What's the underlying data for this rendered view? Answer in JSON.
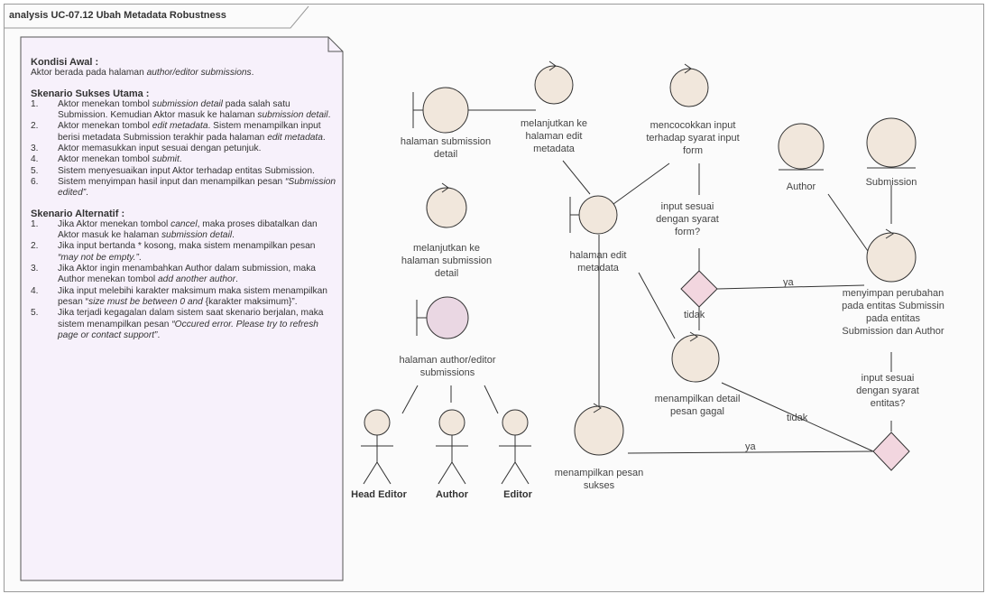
{
  "diagram_title": "analysis UC-07.12  Ubah Metadata Robustness",
  "note": {
    "kondisi_awal_title": "Kondisi Awal :",
    "kondisi_awal_text_a": "Aktor berada pada halaman ",
    "kondisi_awal_text_b": "author/editor submissions",
    "kondisi_awal_text_c": ".",
    "sukses_title": "Skenario Sukses Utama :",
    "sukses_steps": [
      {
        "num": "1.",
        "a": "Aktor menekan tombol ",
        "i": "submission detail",
        "b": " pada salah satu Submission. Kemudian Aktor masuk ke halaman ",
        "i2": "submission detail",
        "c": "."
      },
      {
        "num": "2.",
        "a": "Aktor menekan tombol ",
        "i": "edit metadata",
        "b": ". Sistem menampilkan input berisi metadata Submission terakhir pada halaman ",
        "i2": "edit metadata",
        "c": "."
      },
      {
        "num": "3.",
        "a": "Aktor memasukkan input sesuai dengan petunjuk.",
        "i": "",
        "b": "",
        "i2": "",
        "c": ""
      },
      {
        "num": "4.",
        "a": "Aktor menekan tombol ",
        "i": "submit",
        "b": ".",
        "i2": "",
        "c": ""
      },
      {
        "num": "5.",
        "a": "Sistem menyesuaikan input Aktor terhadap entitas Submission.",
        "i": "",
        "b": "",
        "i2": "",
        "c": ""
      },
      {
        "num": "6.",
        "a": "Sistem menyimpan hasil input dan menampilkan pesan ",
        "i": "“Submission edited”",
        "b": ".",
        "i2": "",
        "c": ""
      }
    ],
    "alternatif_title": "Skenario Alternatif :",
    "alternatif_steps": [
      {
        "num": "1.",
        "a": "Jika Aktor menekan tombol ",
        "i": "cancel",
        "b": ", maka proses dibatalkan dan Aktor masuk ke halaman ",
        "i2": "submission detail",
        "c": "."
      },
      {
        "num": "2.",
        "a": "Jika input bertanda * kosong, maka sistem menampilkan pesan  ",
        "i": "“may not be empty.”",
        "b": ".",
        "i2": "",
        "c": ""
      },
      {
        "num": "3.",
        "a": "Jika Aktor ingin menambahkan Author dalam submission, maka Author menekan tombol ",
        "i": "add another author",
        "b": ".",
        "i2": "",
        "c": ""
      },
      {
        "num": "4.",
        "a": "Jika input melebihi karakter maksimum maka sistem menampilkan pesan “",
        "i": "size must be between 0 and",
        "b": "  {karakter maksimum}”.",
        "i2": "",
        "c": ""
      },
      {
        "num": "5.",
        "a": "Jika terjadi kegagalan dalam sistem saat skenario berjalan, maka sistem menampilkan pesan ",
        "i": "“Occured error. Please try to refresh page or contact support”",
        "b": ".",
        "i2": "",
        "c": ""
      }
    ]
  },
  "nodes": {
    "halaman_submission_detail": [
      "halaman submission",
      "detail"
    ],
    "melanjutkan_edit": [
      "melanjutkan ke",
      "halaman edit",
      "metadata"
    ],
    "melanjutkan_submission": [
      "melanjutkan ke",
      "halaman submission",
      "detail"
    ],
    "halaman_author_editor": [
      "halaman author/editor",
      "submissions"
    ],
    "halaman_edit_metadata": [
      "halaman edit",
      "metadata"
    ],
    "mencocokkan": [
      "mencocokkan input",
      "terhadap syarat input",
      "form"
    ],
    "menampilkan_sukses": [
      "menampilkan pesan",
      "sukses"
    ],
    "menampilkan_gagal": [
      "menampilkan detail",
      "pesan gagal"
    ],
    "author_entity": [
      "Author"
    ],
    "submission_entity": [
      "Submission"
    ],
    "menyimpan": [
      "menyimpan perubahan",
      "pada entitas Submissin",
      "pada entitas",
      "Submission dan Author"
    ],
    "decision1_q": [
      "input sesuai",
      "dengan syarat",
      "form?"
    ],
    "decision2_q": [
      "input sesuai",
      "dengan syarat",
      "entitas?"
    ]
  },
  "edge_labels": {
    "ya1": "ya",
    "tidak1": "tidak",
    "tidak2": "tidak",
    "ya2": "ya"
  },
  "actors": {
    "head_editor": "Head Editor",
    "author": "Author",
    "editor": "Editor"
  },
  "colors": {
    "node_fill": "#f1e7dc",
    "boundary_fill": "#ead7e3",
    "decision_fill": "#f2d6df",
    "note_fill": "#f7f1fb",
    "stroke": "#222222"
  }
}
